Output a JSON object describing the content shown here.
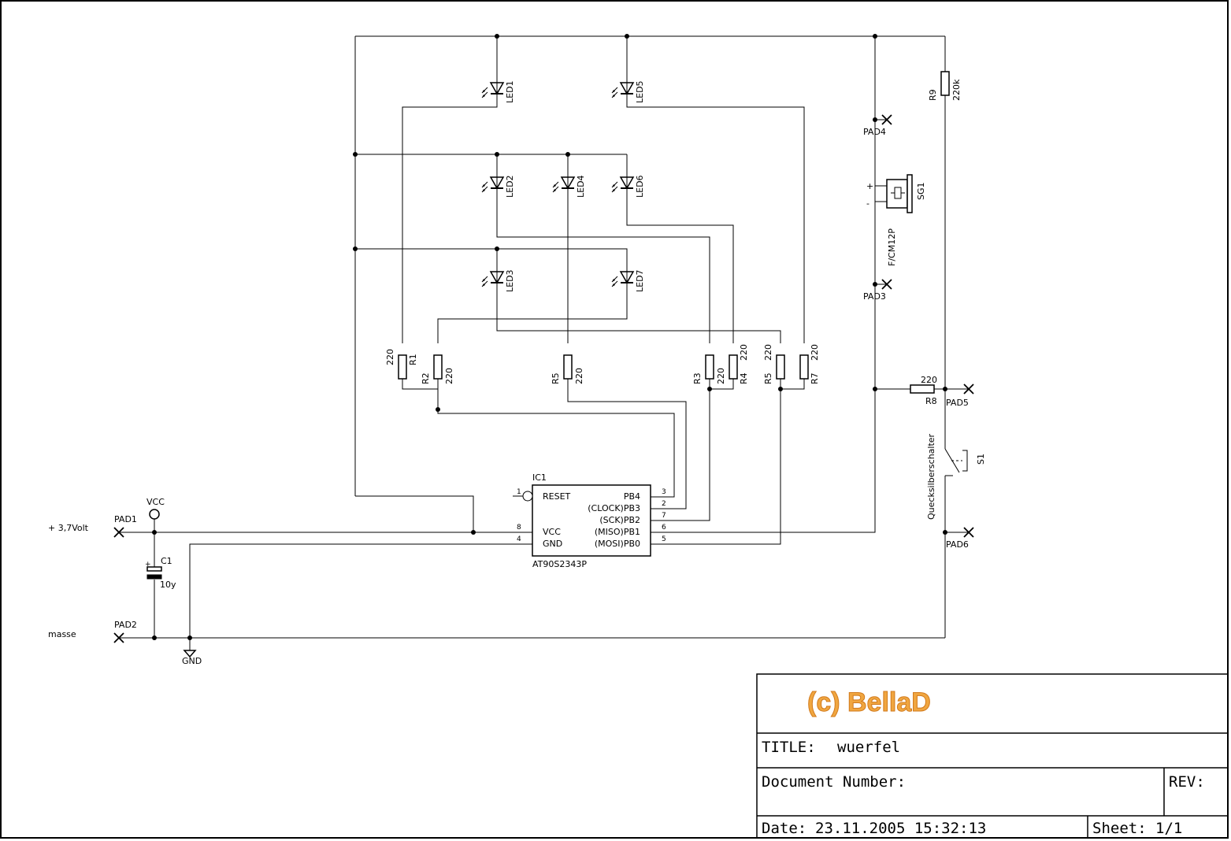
{
  "leds": [
    "LED1",
    "LED5",
    "LED2",
    "LED4",
    "LED6",
    "LED3",
    "LED7"
  ],
  "resistors": [
    {
      "name": "R1",
      "value": "220"
    },
    {
      "name": "R2",
      "value": "220"
    },
    {
      "name": "R5",
      "value": "220"
    },
    {
      "name": "R3",
      "value": "220"
    },
    {
      "name": "R4",
      "value": "220"
    },
    {
      "name": "R5",
      "value": "220"
    },
    {
      "name": "R7",
      "value": "220"
    },
    {
      "name": "R9",
      "value": "220k"
    },
    {
      "name": "R8",
      "value": "220"
    }
  ],
  "ic": {
    "ref": "IC1",
    "part": "AT90S2343P",
    "left_pins": [
      {
        "num": "1",
        "name": "RESET"
      },
      {
        "num": "8",
        "name": "VCC"
      },
      {
        "num": "4",
        "name": "GND"
      }
    ],
    "right_pins": [
      {
        "num": "3",
        "name": "PB4"
      },
      {
        "num": "2",
        "name": "(CLOCK)PB3"
      },
      {
        "num": "7",
        "name": "(SCK)PB2"
      },
      {
        "num": "6",
        "name": "(MISO)PB1"
      },
      {
        "num": "5",
        "name": "(MOSI)PB0"
      }
    ]
  },
  "pads": [
    "PAD1",
    "PAD2",
    "PAD3",
    "PAD4",
    "PAD5",
    "PAD6"
  ],
  "power": {
    "supply": "+ 3,7Volt",
    "ground_net": "masse",
    "vcc": "VCC",
    "gnd": "GND"
  },
  "capacitor": {
    "ref": "C1",
    "value": "10y"
  },
  "buzzer": {
    "ref": "SG1",
    "part": "F/CM12P",
    "plus": "+",
    "minus": "-"
  },
  "switch": {
    "ref": "S1",
    "desc": "Quecksilberschalter"
  },
  "title_block": {
    "logo": "(c) BellaD",
    "title_label": "TITLE:",
    "title": "wuerfel",
    "doc_label": "Document Number:",
    "rev_label": "REV:",
    "date_label": "Date:",
    "date": "23.11.2005 15:32:13",
    "sheet_label": "Sheet:",
    "sheet": "1/1"
  }
}
